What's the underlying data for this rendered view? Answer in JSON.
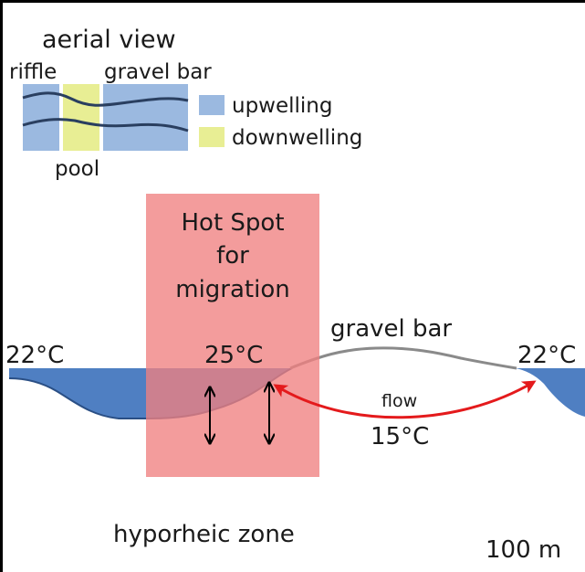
{
  "aerial": {
    "title": "aerial view",
    "label_riffle": "riffle",
    "label_gravel_bar": "gravel bar",
    "label_pool": "pool"
  },
  "legend": {
    "upwelling": "upwelling",
    "downwelling": "downwelling"
  },
  "colors": {
    "upwelling": "#9bb9e0",
    "downwelling": "#e8ee94",
    "water": "#4f7fc2",
    "hot_spot": "#f08080",
    "flow_arrow": "#e41a1c",
    "bar_line": "#8a8a8a",
    "stream_line": "#2a3f60"
  },
  "section": {
    "hot_spot_label": [
      "Hot Spot",
      "for",
      "migration"
    ],
    "gravel_bar": "gravel bar",
    "temp_left": "22°C",
    "temp_hotspot": "25°C",
    "temp_right": "22°C",
    "flow": "flow",
    "temp_flow": "15°C",
    "hyporheic_zone": "hyporheic zone",
    "scale": "100 m"
  }
}
